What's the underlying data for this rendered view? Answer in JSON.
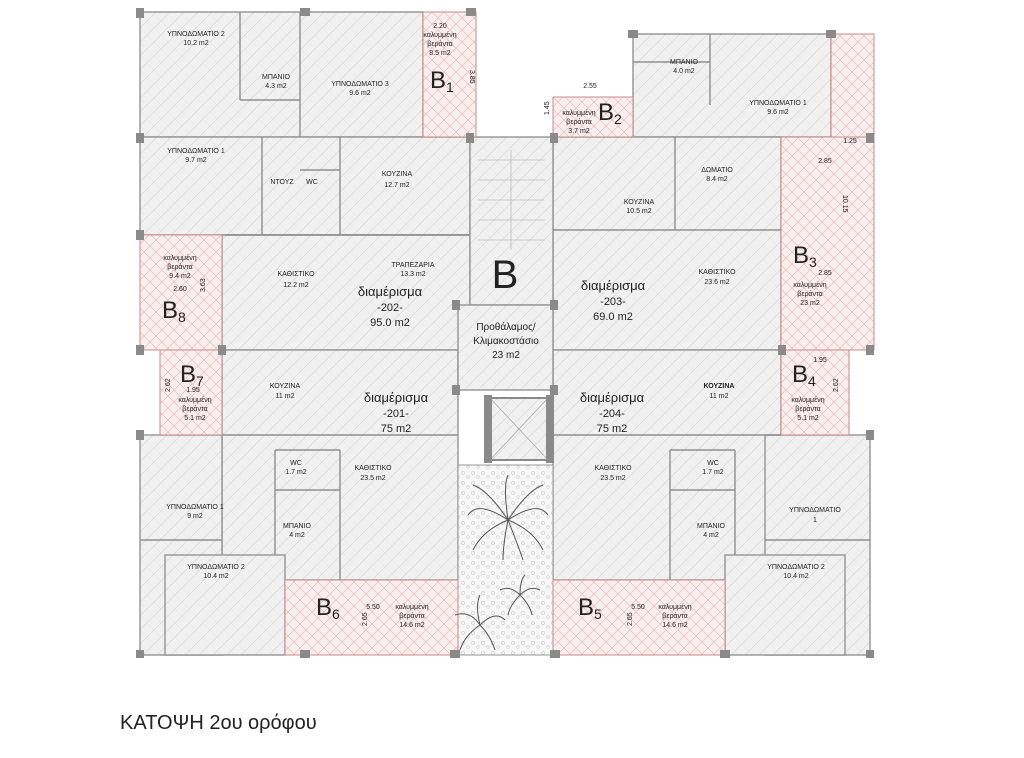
{
  "plan_title": "ΚΑΤΟΨΗ 2ου ορόφου",
  "core_label": "B",
  "apartments": [
    {
      "key": "a202",
      "label": "διαμέρισμα",
      "number": "-202-",
      "area": "95.0 m2"
    },
    {
      "key": "a203",
      "label": "διαμέρισμα",
      "number": "-203-",
      "area": "69.0 m2"
    },
    {
      "key": "a201",
      "label": "διαμέρισμα",
      "number": "-201-",
      "area": "75 m2"
    },
    {
      "key": "a204",
      "label": "διαμέρισμα",
      "number": "-204-",
      "area": "75 m2"
    }
  ],
  "lobby": {
    "line1": "Προθάλαμος/",
    "line2": "Κλιμακοστάσιο",
    "area": "23 m2"
  },
  "rooms": [
    {
      "key": "r1",
      "name": "ΥΠΝΟΔΩΜΑΤΙΟ 2",
      "area": "10.2 m2"
    },
    {
      "key": "r2",
      "name": "ΜΠΑΝΙΟ",
      "area": "4.3 m2"
    },
    {
      "key": "r3",
      "name": "ΥΠΝΟΔΩΜΑΤΙΟ 3",
      "area": "9.6 m2"
    },
    {
      "key": "r4",
      "name": "ΥΠΝΟΔΩΜΑΤΙΟ 1",
      "area": "9.7 m2"
    },
    {
      "key": "r5",
      "name": "ΝΤΟΥΖ",
      "area": ""
    },
    {
      "key": "r6",
      "name": "WC",
      "area": ""
    },
    {
      "key": "r7",
      "name": "ΚΟΥΖΙΝΑ",
      "area": "12.7 m2"
    },
    {
      "key": "r8",
      "name": "ΚΑΘΙΣΤΙΚΟ",
      "area": "12.2 m2"
    },
    {
      "key": "r9",
      "name": "ΤΡΑΠΕΖΑΡΙΑ",
      "area": "13.3 m2"
    },
    {
      "key": "r10",
      "name": "ΜΠΑΝΙΟ",
      "area": "4.0 m2"
    },
    {
      "key": "r11",
      "name": "ΥΠΝΟΔΩΜΑΤΙΟ 1",
      "area": "9.6 m2"
    },
    {
      "key": "r12",
      "name": "ΚΟΥΖΙΝΑ",
      "area": "10.5 m2"
    },
    {
      "key": "r13",
      "name": "ΔΩΜΑΤΙΟ",
      "area": "8.4 m2"
    },
    {
      "key": "r14",
      "name": "ΚΑΘΙΣΤΙΚΟ",
      "area": "23.6 m2"
    },
    {
      "key": "r15",
      "name": "ΚΟΥΖΙΝΑ",
      "area": "11 m2"
    },
    {
      "key": "r16",
      "name": "WC",
      "area": "1.7 m2"
    },
    {
      "key": "r17",
      "name": "ΚΑΘΙΣΤΙΚΟ",
      "area": "23.5 m2"
    },
    {
      "key": "r18",
      "name": "ΥΠΝΟΔΩΜΑΤΙΟ 1",
      "area": "9 m2"
    },
    {
      "key": "r19",
      "name": "ΜΠΑΝΙΟ",
      "area": "4 m2"
    },
    {
      "key": "r20",
      "name": "ΥΠΝΟΔΩΜΑΤΙΟ 2",
      "area": "10.4 m2"
    },
    {
      "key": "r21",
      "name": "ΚΟΥΖΙΝΑ",
      "area": "11 m2"
    },
    {
      "key": "r22",
      "name": "WC",
      "area": "1.7 m2"
    },
    {
      "key": "r23",
      "name": "ΚΑΘΙΣΤΙΚΟ",
      "area": "23.5 m2"
    },
    {
      "key": "r24",
      "name": "ΥΠΝΟΔΩΜΑΤΙΟ",
      "area": "1"
    },
    {
      "key": "r25",
      "name": "ΜΠΑΝΙΟ",
      "area": "4 m2"
    },
    {
      "key": "r26",
      "name": "ΥΠΝΟΔΩΜΑΤΙΟ 2",
      "area": "10.4 m2"
    }
  ],
  "verandas": [
    {
      "key": "b1",
      "tag": "B",
      "sub": "1",
      "line1": "καλυμμένη",
      "line2": "βεράντα",
      "area": "8.5 m2",
      "dim_a": "2.20",
      "dim_b": "3.85"
    },
    {
      "key": "b2",
      "tag": "B",
      "sub": "2",
      "line1": "καλυμμένη",
      "line2": "βεράντα",
      "area": "3.7 m2",
      "dim_a": "2.55",
      "dim_b": "1.45"
    },
    {
      "key": "b3",
      "tag": "B",
      "sub": "3",
      "line1": "καλυμμένη",
      "line2": "βεράντα",
      "area": "23 m2",
      "dim_a": "2.85",
      "dim_b": "10.15",
      "dim_c": "2.85",
      "dim_d": "1.25"
    },
    {
      "key": "b4",
      "tag": "B",
      "sub": "4",
      "line1": "καλυμμένη",
      "line2": "βεράντα",
      "area": "5.1 m2",
      "dim_a": "1.95",
      "dim_b": "2.62"
    },
    {
      "key": "b5",
      "tag": "B",
      "sub": "5",
      "line1": "καλυμμένη",
      "line2": "βεράντα",
      "area": "14.6 m2",
      "dim_a": "5.50",
      "dim_b": "2.65"
    },
    {
      "key": "b6",
      "tag": "B",
      "sub": "6",
      "line1": "καλυμμένη",
      "line2": "βεράντα",
      "area": "14.6 m2",
      "dim_a": "5.50",
      "dim_b": "2.65"
    },
    {
      "key": "b7",
      "tag": "B",
      "sub": "7",
      "line1": "καλυμμένη",
      "line2": "βεράντα",
      "area": "5.1 m2",
      "dim_a": "1.95",
      "dim_b": "2.62"
    },
    {
      "key": "b8",
      "tag": "B",
      "sub": "8",
      "line1": "καλυμμένη",
      "line2": "βεράντα",
      "area": "9.4 m2",
      "dim_a": "2.60",
      "dim_b": "3.63"
    }
  ]
}
